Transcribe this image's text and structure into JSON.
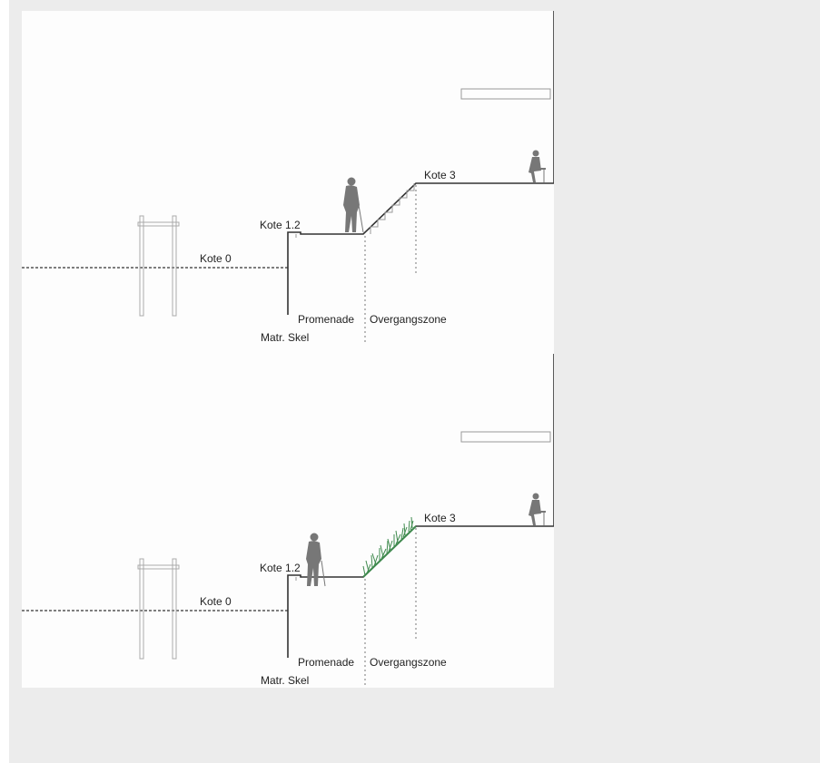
{
  "colors": {
    "background": "#ececec",
    "panel": "#fdfdfd",
    "line": "#333333",
    "figure": "#777777",
    "grass": "#3f8a4e"
  },
  "sections": [
    {
      "id": "existing",
      "labels": {
        "kote0": "Kote 0",
        "kote12": "Kote 1.2",
        "kote3": "Kote 3",
        "promenade": "Promenade",
        "overgangszone": "Overgangszone",
        "matr_skel": "Matr. Skel"
      },
      "slope_treatment": "stairs",
      "icons": [
        "pergola-icon",
        "standing-person-with-cane-icon",
        "seated-person-icon"
      ]
    },
    {
      "id": "proposed",
      "labels": {
        "kote0": "Kote 0",
        "kote12": "Kote 1.2",
        "kote3": "Kote 3",
        "promenade": "Promenade",
        "overgangszone": "Overgangszone",
        "matr_skel": "Matr. Skel"
      },
      "slope_treatment": "grass",
      "icons": [
        "pergola-icon",
        "standing-person-with-cane-icon",
        "seated-person-icon",
        "grass-icon"
      ]
    }
  ]
}
